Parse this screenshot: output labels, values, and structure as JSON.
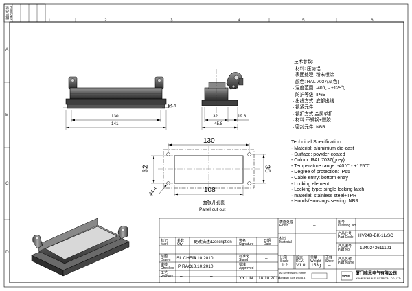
{
  "zones": {
    "top": [
      "1",
      "2",
      "3",
      "4",
      "5",
      "6"
    ],
    "left": [
      "A",
      "B",
      "C",
      "D"
    ]
  },
  "revision_block": {
    "r1": "修改/日期",
    "r2": "Rev./Date"
  },
  "dimensions": {
    "thread": "ϕ4.4",
    "width_130": "130",
    "width_141": "141",
    "side_32": "32",
    "side_19_8": "19.8",
    "side_45_8": "45.8",
    "cutout_130": "130",
    "cutout_108": "108",
    "cutout_32": "32",
    "cutout_35": "35",
    "cutout_hole": "ϕ4.4"
  },
  "cutout_caption": {
    "zh": "面板开孔图",
    "en": "Panel cut out"
  },
  "spec_zh": {
    "title": "技术参数:",
    "lines": [
      "- 材料: 压铸铝",
      "- 表面处理: 粉末喷涂",
      "- 颜色: RAL 7037(灰色)",
      "- 温度范围: -40℃ - +125℃",
      "- 防护等级: IP65",
      "- 出线方式: 底部出线",
      "- 锁紧元件:",
      "   · 锁扣方式:金属单扣",
      "   · 材料:不锈钢+塑胶",
      "- 密封元件: NBR"
    ]
  },
  "spec_en": {
    "title": "Technical Specification:",
    "lines": [
      "- Material: aluminium die-cast",
      "- Surface: powder-coated",
      "- Colour: RAL 7037(grey)",
      "- Temperature range: -40℃ - +125℃",
      "- Degree of protection: IP65",
      "- Cable entry: bottom entry",
      "- Locking element:",
      "   · Locking type: single locking latch",
      "   · material: stainless steel+TPR",
      "- Hoods/Housings sealing: NBR"
    ]
  },
  "title_block": {
    "mark": "标记",
    "mark_en": "Mark",
    "qty": "处数",
    "qty_en": "Qty",
    "desc": "更改描述/Description",
    "sign": "签名",
    "sign_en": "Signature",
    "date": "日期",
    "date_en": "Date",
    "drawn": "绘图",
    "drawn_en": "Drawn",
    "drawn_by": "SL CHEN",
    "drawn_date": "18.10.2010",
    "checked": "审核",
    "checked_en": "Checked",
    "checked_by": "P RAO",
    "checked_date": "18.10.2010",
    "process": "工艺",
    "process_en": "Process",
    "standard": "标准化",
    "standard_en": "Stand",
    "approved": "批准",
    "approved_en": "Approved",
    "approved_by": "YY LIN",
    "approved_date": "18.10.2010",
    "surface_treatment": "表面处理",
    "finish": "Finish",
    "finish_val": "–",
    "material": "材料",
    "material_en": "Material",
    "material_val": "–",
    "scale": "比例",
    "scale_en": "Scale",
    "scale_val": "1:2",
    "version": "版本",
    "version_en": "REV.",
    "version_val": "V1.0",
    "weight": "重量",
    "weight_en": "Weight",
    "weight_val": "153g",
    "sheet": "页数",
    "sheet_en": "Sheet",
    "sheet_val": "–",
    "drawing_no": "图号",
    "drawing_no_en": "Drawing No.",
    "drawing_no_val": "–",
    "part_code": "产品代号",
    "part_code_en": "Part Code",
    "part_code_val": "HV24B-BK-1L/SC",
    "part_no": "产品编号",
    "part_no_en": "Part No.",
    "part_no_val": "1240243611101",
    "part_name": "产品名称",
    "part_name_en": "Part Name",
    "part_name_val": "–",
    "dash": "–",
    "note1": "All Dimensions in mm",
    "note2": "Original Size DIN A 4",
    "company_zh": "厦门唯恩电气有限公司",
    "company_en": "XIAMEN WAIN ELECTRICAL CO.,LTD",
    "logo": "WAIN"
  }
}
